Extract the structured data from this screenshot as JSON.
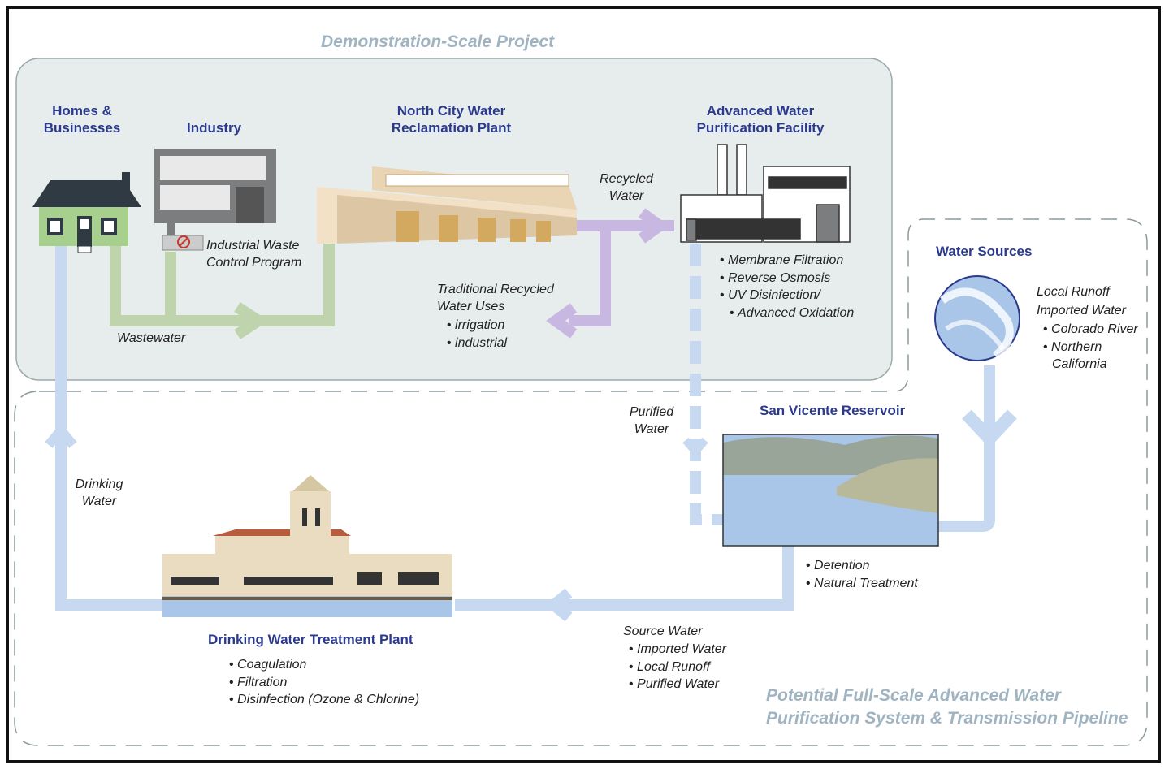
{
  "demo_title": "Demonstration-Scale Project",
  "full_scale_title": [
    "Potential Full-Scale Advanced Water",
    "Purification System & Transmission Pipeline"
  ],
  "nodes": {
    "homes": [
      "Homes &",
      "Businesses"
    ],
    "industry": "Industry",
    "north_city": [
      "North City Water",
      "Reclamation Plant"
    ],
    "awpf": [
      "Advanced Water",
      "Purification Facility"
    ],
    "water_sources": "Water Sources",
    "san_vicente": "San Vicente Reservoir",
    "dwtp": "Drinking Water Treatment Plant"
  },
  "labels": {
    "industrial_waste": [
      "Industrial Waste",
      "Control Program"
    ],
    "wastewater": "Wastewater",
    "recycled_water": [
      "Recycled",
      "Water"
    ],
    "traditional_uses": [
      "Traditional Recycled",
      "Water Uses"
    ],
    "purified_water": [
      "Purified",
      "Water"
    ],
    "drinking_water": [
      "Drinking",
      "Water"
    ],
    "source_water": "Source Water"
  },
  "lists": {
    "traditional_uses": [
      "irrigation",
      "industrial"
    ],
    "awpf_processes": [
      "Membrane Filtration",
      "Reverse Osmosis",
      "UV Disinfection/",
      "Advanced Oxidation"
    ],
    "water_sources_local": "Local Runoff",
    "water_sources_imported": "Imported Water",
    "water_sources_items": [
      "Colorado River",
      "Northern"
    ],
    "water_sources_extra": "California",
    "reservoir_treatment": [
      "Detention",
      "Natural Treatment"
    ],
    "source_water_items": [
      "Imported Water",
      "Local Runoff",
      "Purified Water"
    ],
    "dwtp_processes": [
      "Coagulation",
      "Filtration",
      "Disinfection (Ozone & Chlorine)"
    ]
  },
  "colors": {
    "heading": "#2b3a8f",
    "demo_fill": "#e7eded",
    "demo_border": "#9aaaa8",
    "wastewater_flow": "#bfd3ad",
    "recycled_flow": "#c8b7e0",
    "drinking_flow": "#c6d9f0"
  }
}
